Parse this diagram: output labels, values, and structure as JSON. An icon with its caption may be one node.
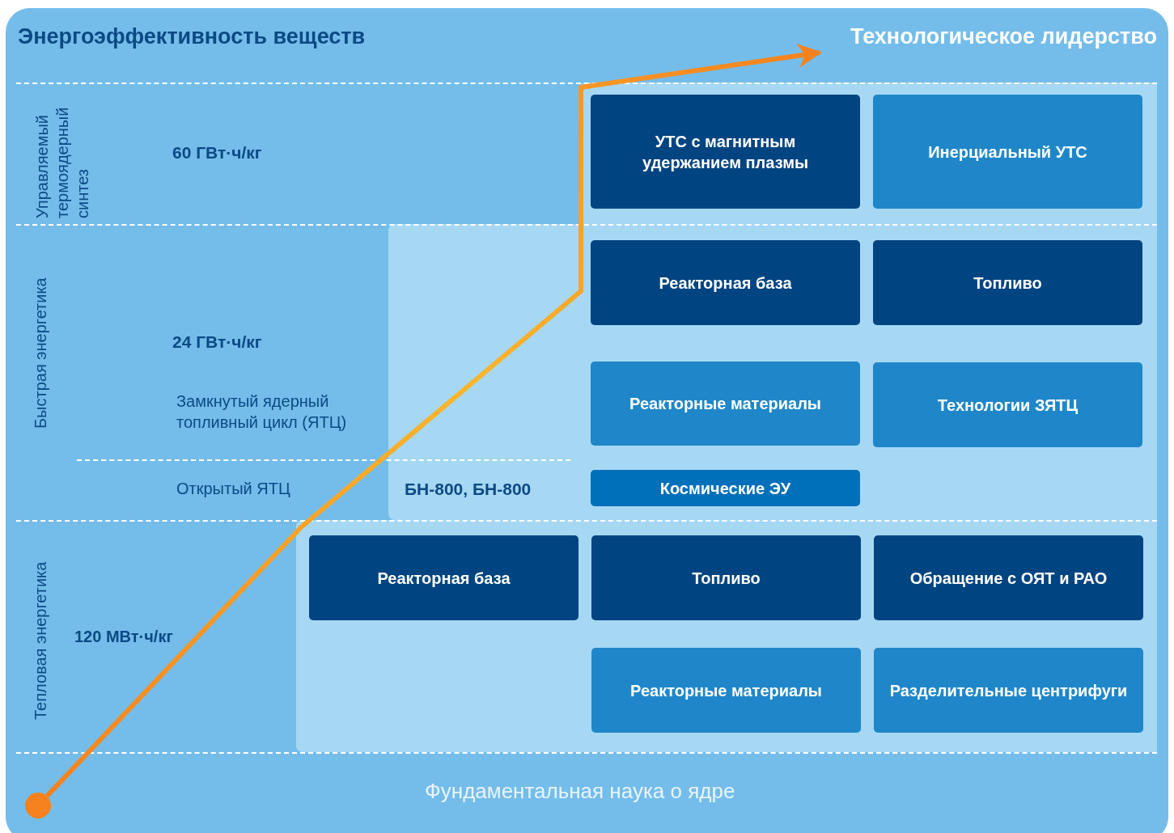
{
  "diagram": {
    "title": "Энергоэффективность веществ",
    "nodes": [
      {
        "text": [],
        "shape": "circle"
      },
      {
        "text": [
          "Технологическое лидерство"
        ]
      },
      {
        "text": [
          "УТС с магнитным удержанием плазмы"
        ]
      },
      {
        "text": [
          "Инерциальный УТС"
        ]
      },
      {
        "text": [
          "Реакторная база"
        ]
      },
      {
        "text": [
          "Топливо"
        ]
      },
      {
        "text": [
          "Реакторные материалы"
        ]
      },
      {
        "text": [
          "Технологии ЗЯТЦ"
        ]
      },
      {
        "text": [
          "Космические ЭУ"
        ]
      },
      {
        "text": [
          "Реакторная база"
        ]
      },
      {
        "text": [
          "Топливо"
        ]
      },
      {
        "text": [
          "Обращение с ОЯТ и РАО"
        ]
      },
      {
        "text": [
          "Реакторные материалы"
        ]
      },
      {
        "text": [
          "Разделительные центрифуги"
        ]
      }
    ],
    "edges": [
      {
        "from": 0,
        "to": 1,
        "arrow": "to"
      }
    ],
    "labels": [
      "Управляемый термоядерный синтез",
      "60 ГВт·ч/кг",
      "Быстрая энергетика",
      "24 ГВт·ч/кг",
      "Замкнутый ядерный топливный цикл (ЯТЦ)",
      "Открытый ЯТЦ",
      "БН-800, БН-800",
      "Тепловая энергетика",
      "120 МВт·ч/кг",
      "Фундаментальная наука о ядре"
    ]
  }
}
